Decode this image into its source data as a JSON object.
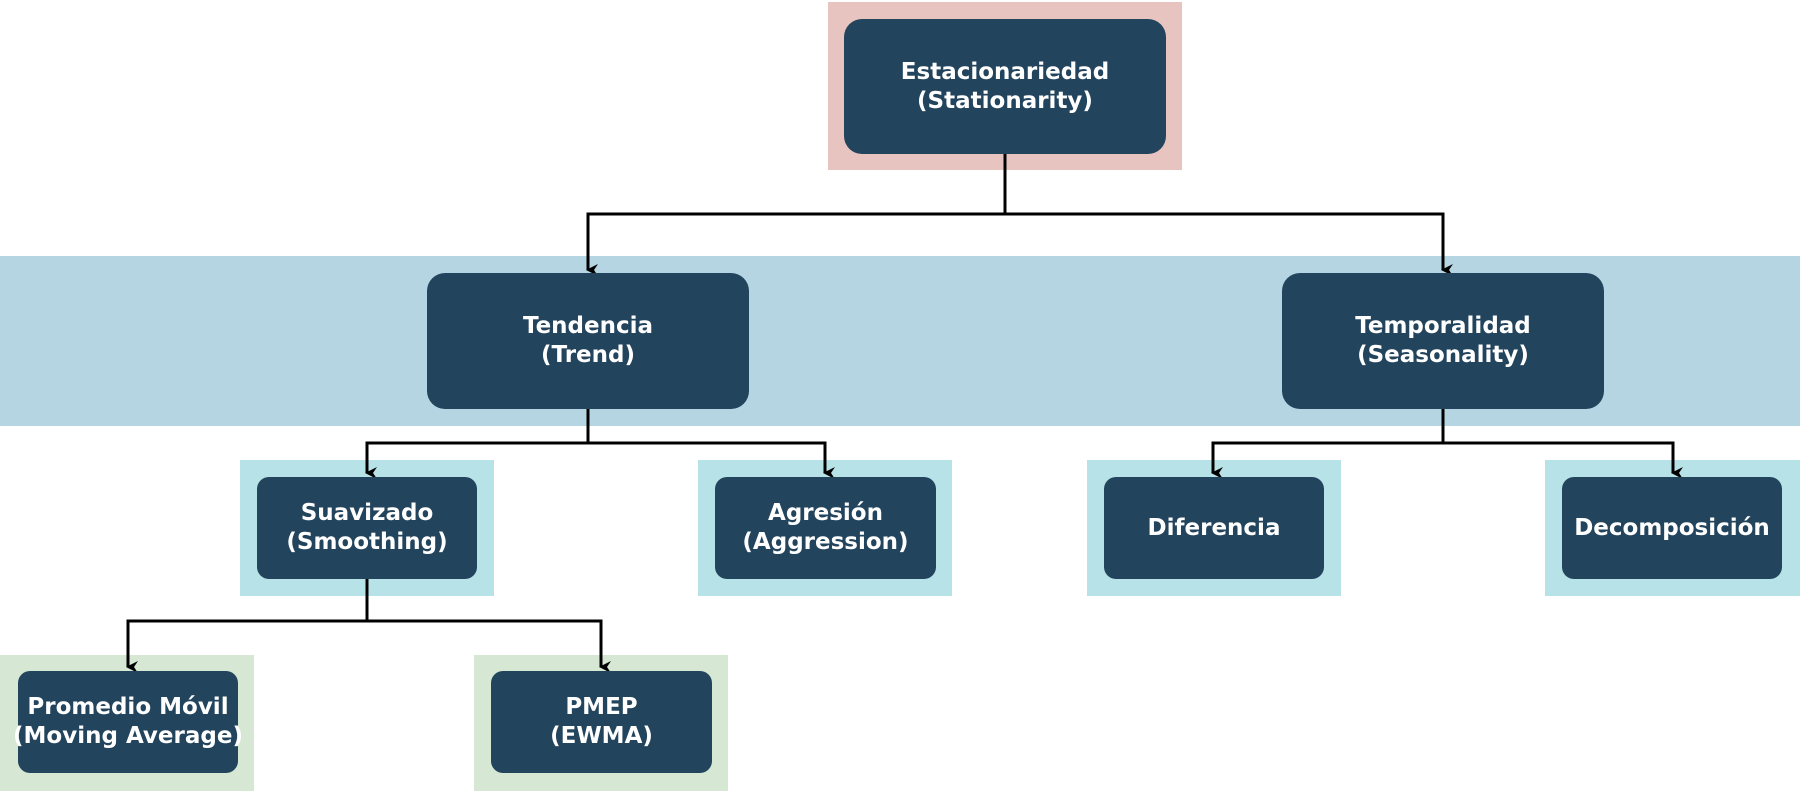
{
  "colors": {
    "node_fill": "#23445d",
    "node_text": "#ffffff",
    "root_band": "#e8c4c0",
    "level1_band": "#b6d5e2",
    "level2_band": "#b7e3e8",
    "level3_band": "#d6e8d4",
    "connector": "#000000"
  },
  "diagram": {
    "root": {
      "line1": "Estacionariedad",
      "line2": "(Stationarity)"
    },
    "trend": {
      "line1": "Tendencia",
      "line2": "(Trend)"
    },
    "seasonality": {
      "line1": "Temporalidad",
      "line2": "(Seasonality)"
    },
    "smoothing": {
      "line1": "Suavizado",
      "line2": "(Smoothing)"
    },
    "aggression": {
      "line1": "Agresión",
      "line2": "(Aggression)"
    },
    "difference": {
      "line1": "Diferencia"
    },
    "decomposition": {
      "line1": "Decomposición"
    },
    "moving_average": {
      "line1": "Promedio Móvil",
      "line2": "(Moving Average)"
    },
    "ewma": {
      "line1": "PMEP",
      "line2": "(EWMA)"
    }
  }
}
